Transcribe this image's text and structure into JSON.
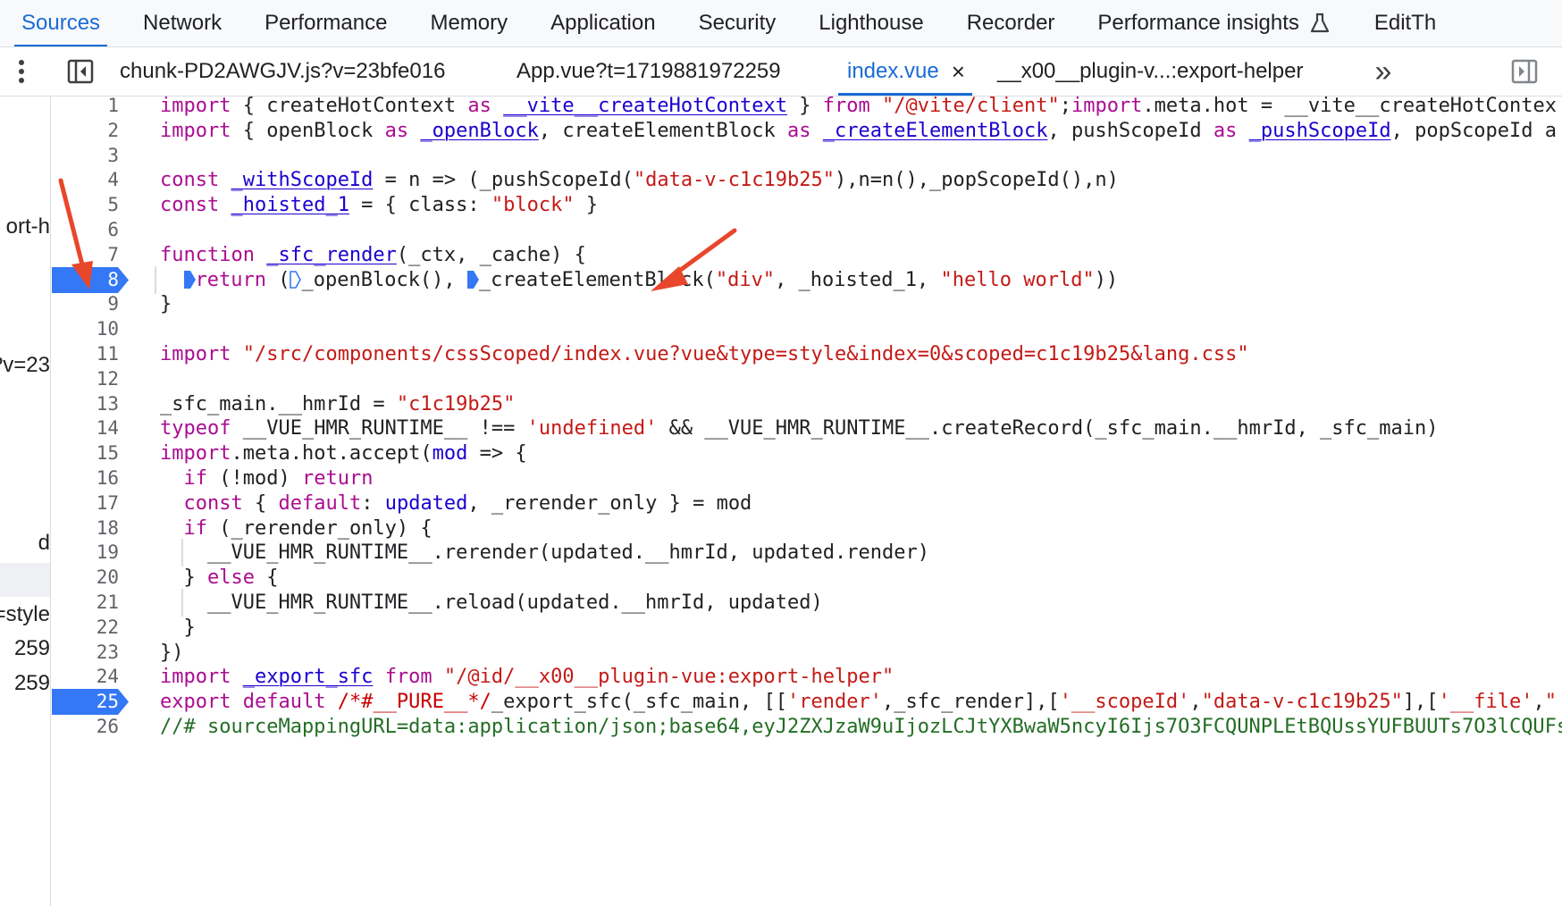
{
  "panel_tabs": [
    {
      "label": "Sources",
      "active": true
    },
    {
      "label": "Network",
      "active": false
    },
    {
      "label": "Performance",
      "active": false
    },
    {
      "label": "Memory",
      "active": false
    },
    {
      "label": "Application",
      "active": false
    },
    {
      "label": "Security",
      "active": false
    },
    {
      "label": "Lighthouse",
      "active": false
    },
    {
      "label": "Recorder",
      "active": false
    },
    {
      "label": "Performance insights",
      "active": false
    },
    {
      "label": "EditTh",
      "active": false
    }
  ],
  "file_tabs": [
    {
      "label": "chunk-PD2AWGJV.js?v=23bfe016",
      "active": false
    },
    {
      "label": "App.vue?t=1719881972259",
      "active": false
    },
    {
      "label": "index.vue",
      "active": true,
      "close": "×"
    },
    {
      "label": "__x00__plugin-v...:export-helper",
      "active": false
    }
  ],
  "toolbar": {
    "more_icon": "more-vertical-icon",
    "toggle_navigator_icon": "sidebar-toggle-icon",
    "overflow_label": "»",
    "toggle_debugger_icon": "panel-right-icon"
  },
  "navigator_fragments": [
    {
      "text": "ort-h"
    },
    {
      "text": "?v=23"
    },
    {
      "text": "d"
    },
    {
      "text": "=style"
    },
    {
      "text": "259"
    },
    {
      "text": "259"
    }
  ],
  "breakpoints": [
    8,
    25
  ],
  "colors": {
    "accent": "#1a6bd6",
    "breakpoint": "#3478f6",
    "annotation_arrow": "#e8472b"
  },
  "code_lines": [
    "import { createHotContext as __vite__createHotContext } from \"/@vite/client\";import.meta.hot = __vite__createHotContex",
    "import { openBlock as _openBlock, createElementBlock as _createElementBlock, pushScopeId as _pushScopeId, popScopeId a",
    "",
    "const _withScopeId = n => (_pushScopeId(\"data-v-c1c19b25\"),n=n(),_popScopeId(),n)",
    "const _hoisted_1 = { class: \"block\" }",
    "",
    "function _sfc_render(_ctx, _cache) {",
    "  return (_openBlock(), _createElementBlock(\"div\", _hoisted_1, \"hello world\"))",
    "}",
    "",
    "import \"/src/components/cssScoped/index.vue?vue&type=style&index=0&scoped=c1c19b25&lang.css\"",
    "",
    "_sfc_main.__hmrId = \"c1c19b25\"",
    "typeof __VUE_HMR_RUNTIME__ !== 'undefined' && __VUE_HMR_RUNTIME__.createRecord(_sfc_main.__hmrId, _sfc_main)",
    "import.meta.hot.accept(mod => {",
    "  if (!mod) return",
    "  const { default: updated, _rerender_only } = mod",
    "  if (_rerender_only) {",
    "    __VUE_HMR_RUNTIME__.rerender(updated.__hmrId, updated.render)",
    "  } else {",
    "    __VUE_HMR_RUNTIME__.reload(updated.__hmrId, updated)",
    "  }",
    "})",
    "import _export_sfc from \"/@id/__x00__plugin-vue:export-helper\"",
    "export default /*#__PURE__*/_export_sfc(_sfc_main, [['render',_sfc_render],['__scopeId',\"data-v-c1c19b25\"],['__file',\"",
    "//# sourceMappingURL=data:application/json;base64,eyJ2ZXJzaW9uIjozLCJtYXBwaW5ncyI6Ijs7O3FCQUNPLEtBQUssYUFBUUTs7O3lCQUFs"
  ]
}
